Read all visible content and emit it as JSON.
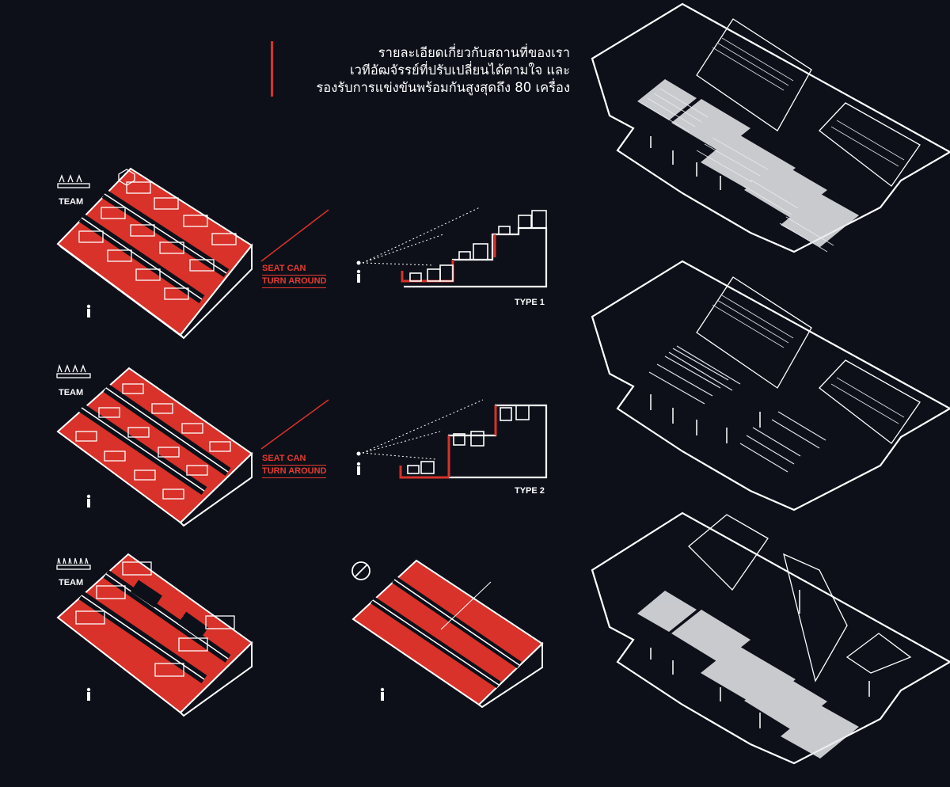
{
  "intro": {
    "lines": [
      "รายละเอียดเกี่ยวกับสถานที่ของเรา",
      "เวทีอัฒจัรรย์ที่ปรับเปลี่ยนได้ตามใจ และ",
      "รองรับการแข่งขันพร้อมกันสูงสุดถึง 80 เครื่อง"
    ]
  },
  "configs": [
    {
      "team_label": "TEAM",
      "note_line1": "SEAT CAN",
      "note_line2": "TURN AROUND",
      "type_label": "TYPE 1"
    },
    {
      "team_label": "TEAM",
      "note_line1": "SEAT CAN",
      "note_line2": "TURN AROUND",
      "type_label": "TYPE 2"
    },
    {
      "team_label": "TEAM"
    }
  ],
  "colors": {
    "background": "#0d1019",
    "accent": "#d8322a",
    "line": "#ffffff"
  },
  "icons": [
    "team-icon",
    "person-icon",
    "no-seating-icon"
  ]
}
